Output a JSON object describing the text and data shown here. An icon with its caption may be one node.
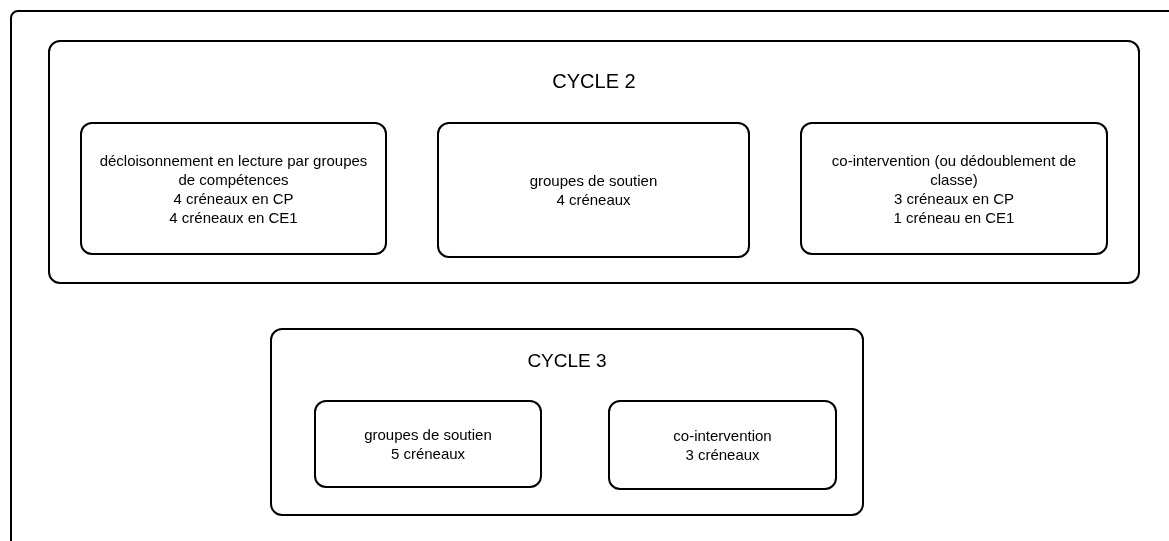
{
  "diagram": {
    "nodes": [
      {
        "text": [
          "CYCLE 2"
        ]
      },
      {
        "text": [
          "décloisonnement en lecture par groupes de compétences",
          "4 créneaux en CP",
          "4 créneaux en CE1"
        ],
        "in": 0
      },
      {
        "text": [
          "groupes de soutien",
          "4 créneaux"
        ],
        "in": 0
      },
      {
        "text": [
          "co-intervention (ou dédoublement de classe)",
          "3 créneaux en CP",
          "1 créneau en CE1"
        ],
        "in": 0
      },
      {
        "text": [
          "CYCLE 3"
        ]
      },
      {
        "text": [
          "groupes de soutien",
          "5 créneaux"
        ],
        "in": 4
      },
      {
        "text": [
          "co-intervention",
          "3 créneaux"
        ],
        "in": 4
      }
    ]
  }
}
